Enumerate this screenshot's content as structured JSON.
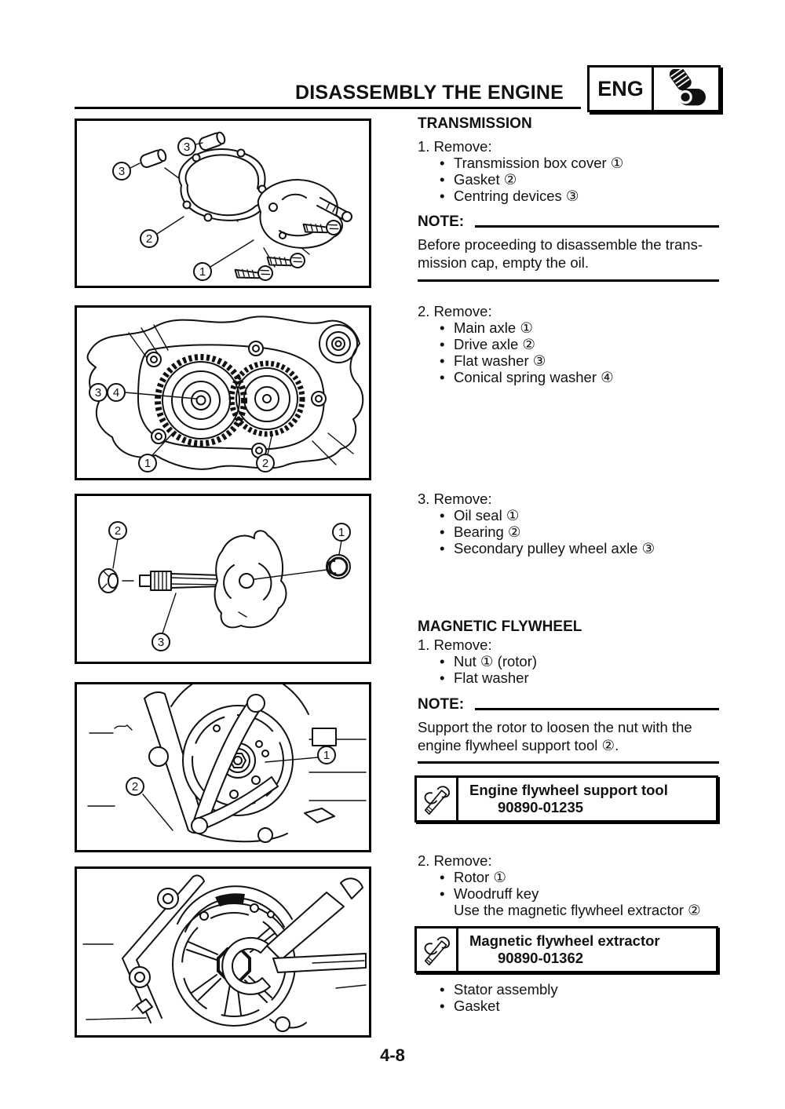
{
  "ui": {
    "bullet": "•"
  },
  "header": {
    "title": "DISASSEMBLY THE ENGINE",
    "badge": "ENG"
  },
  "footer": {
    "page_number": "4-8"
  },
  "transmission": {
    "heading": "TRANSMISSION",
    "step1": {
      "label": "1. Remove:",
      "items": [
        "Transmission box cover ①",
        "Gasket ②",
        "Centring devices ③"
      ]
    },
    "note": {
      "label": "NOTE:",
      "lines": [
        "Before proceeding to disassemble the trans-",
        "mission cap, empty the oil."
      ]
    },
    "step2": {
      "label": "2. Remove:",
      "items": [
        "Main axle ①",
        "Drive axle ②",
        "Flat washer ③",
        "Conical spring washer ④"
      ]
    },
    "step3": {
      "label": "3. Remove:",
      "items": [
        "Oil seal ①",
        "Bearing ②",
        "Secondary pulley wheel axle ③"
      ]
    }
  },
  "magnetic_flywheel": {
    "heading": "MAGNETIC FLYWHEEL",
    "step1": {
      "label": "1. Remove:",
      "items": [
        "Nut ① (rotor)",
        "Flat washer"
      ]
    },
    "note": {
      "label": "NOTE:",
      "lines": [
        "Support the rotor to loosen the nut with the",
        "engine flywheel support tool ②."
      ]
    },
    "tool1": {
      "name": "Engine flywheel support tool",
      "number": "90890-01235"
    },
    "step2": {
      "label": "2. Remove:",
      "items": [
        "Rotor ①",
        "Woodruff key"
      ],
      "continuation": "Use the magnetic flywheel extractor ②"
    },
    "tool2": {
      "name": "Magnetic flywheel extractor",
      "number": "90890-01362"
    },
    "step2_items_b": [
      "Stator assembly",
      "Gasket"
    ]
  },
  "figures": {
    "fig1": {
      "callouts": [
        "3",
        "3",
        "2",
        "1"
      ]
    },
    "fig2": {
      "callouts": [
        "3",
        "4",
        "1",
        "2"
      ]
    },
    "fig3": {
      "callouts": [
        "2",
        "3",
        "1"
      ]
    },
    "fig4": {
      "callouts": [
        "1",
        "2"
      ]
    }
  }
}
